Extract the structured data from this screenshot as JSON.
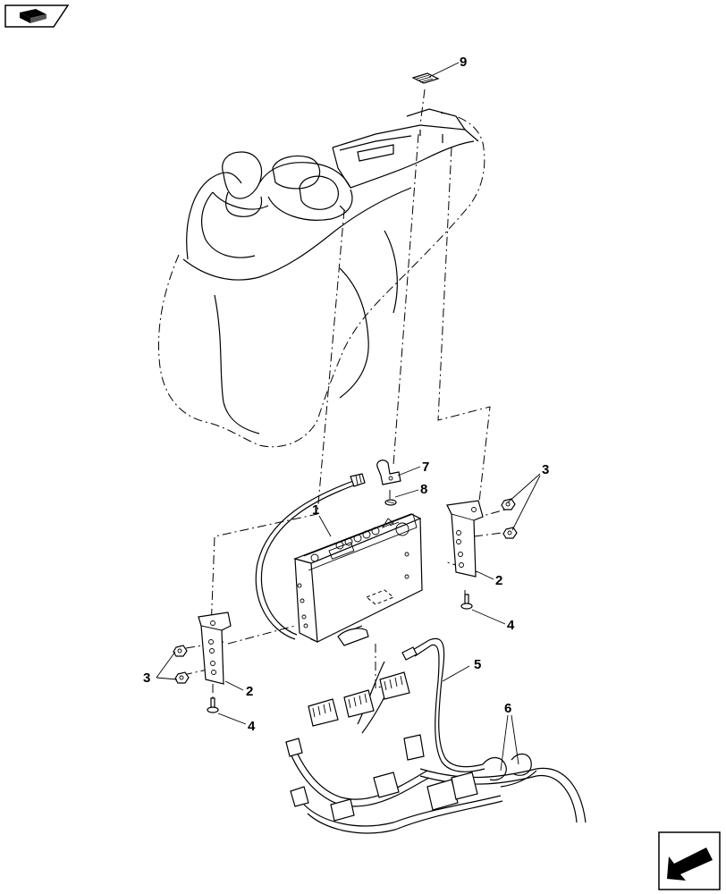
{
  "nav": {
    "top_icon": "book-return-icon",
    "bottom_icon": "next-page-arrow-icon"
  },
  "callouts": [
    {
      "id": "c1",
      "text": "1"
    },
    {
      "id": "c2a",
      "text": "2"
    },
    {
      "id": "c2b",
      "text": "2"
    },
    {
      "id": "c3a",
      "text": "3"
    },
    {
      "id": "c3b",
      "text": "3"
    },
    {
      "id": "c4a",
      "text": "4"
    },
    {
      "id": "c4b",
      "text": "4"
    },
    {
      "id": "c5",
      "text": "5"
    },
    {
      "id": "c6",
      "text": "6"
    },
    {
      "id": "c7",
      "text": "7"
    },
    {
      "id": "c8",
      "text": "8"
    },
    {
      "id": "c9",
      "text": "9"
    }
  ]
}
